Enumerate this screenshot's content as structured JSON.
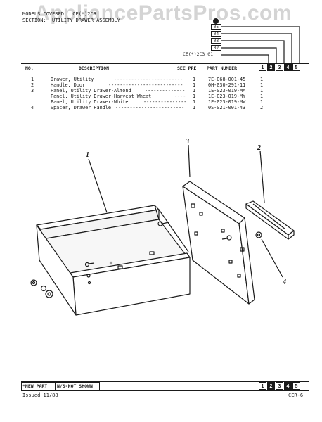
{
  "watermark": "AppliancePartsPros.com",
  "header": {
    "models_label": "MODELS COVERED",
    "models_value": "CE(*)2C3",
    "section_label": "SECTION:",
    "section_value": "UTILITY DRAWER ASSEMBLY",
    "model_stack": [
      "05",
      "04",
      "03",
      "02",
      "CE(*)2C3 01"
    ]
  },
  "columns": {
    "no": "NO.",
    "description": "DESCRIPTION",
    "see_pre": "SEE PRE",
    "part_number": "PART NUMBER",
    "version_boxes": [
      "1",
      "2",
      "3",
      "4",
      "5"
    ]
  },
  "parts": [
    {
      "no": "1",
      "description": "Drawer, Utility",
      "qty": "1",
      "part": "7E-068-001-45",
      "v1": "1"
    },
    {
      "no": "2",
      "description": "Handle, Door",
      "qty": "1",
      "part": "0H-030-291-11",
      "v1": "1"
    },
    {
      "no": "3",
      "description": "Panel, Utility Drawer-Almond",
      "qty": "1",
      "part": "1E-023-019-MA",
      "v1": "1"
    },
    {
      "no": "",
      "description": "Panel, Utility Drawer-Harvest Wheat",
      "qty": "1",
      "part": "1E-023-019-MY",
      "v1": "1"
    },
    {
      "no": "",
      "description": "Panel, Utility Drawer-White",
      "qty": "1",
      "part": "1E-023-019-MW",
      "v1": "1"
    },
    {
      "no": "4",
      "description": "Spacer, Drawer Handle",
      "qty": "1",
      "part": "0S-021-001-43",
      "v1": "2"
    }
  ],
  "callouts": [
    "1",
    "2",
    "3",
    "4"
  ],
  "footer": {
    "new_part": "*NEW PART",
    "ns_not_shown": "N/S-NOT SHOWN",
    "issued": "Issued 11/88",
    "page_code": "CER-6",
    "version_boxes": [
      "1",
      "2",
      "3",
      "4",
      "5"
    ]
  }
}
